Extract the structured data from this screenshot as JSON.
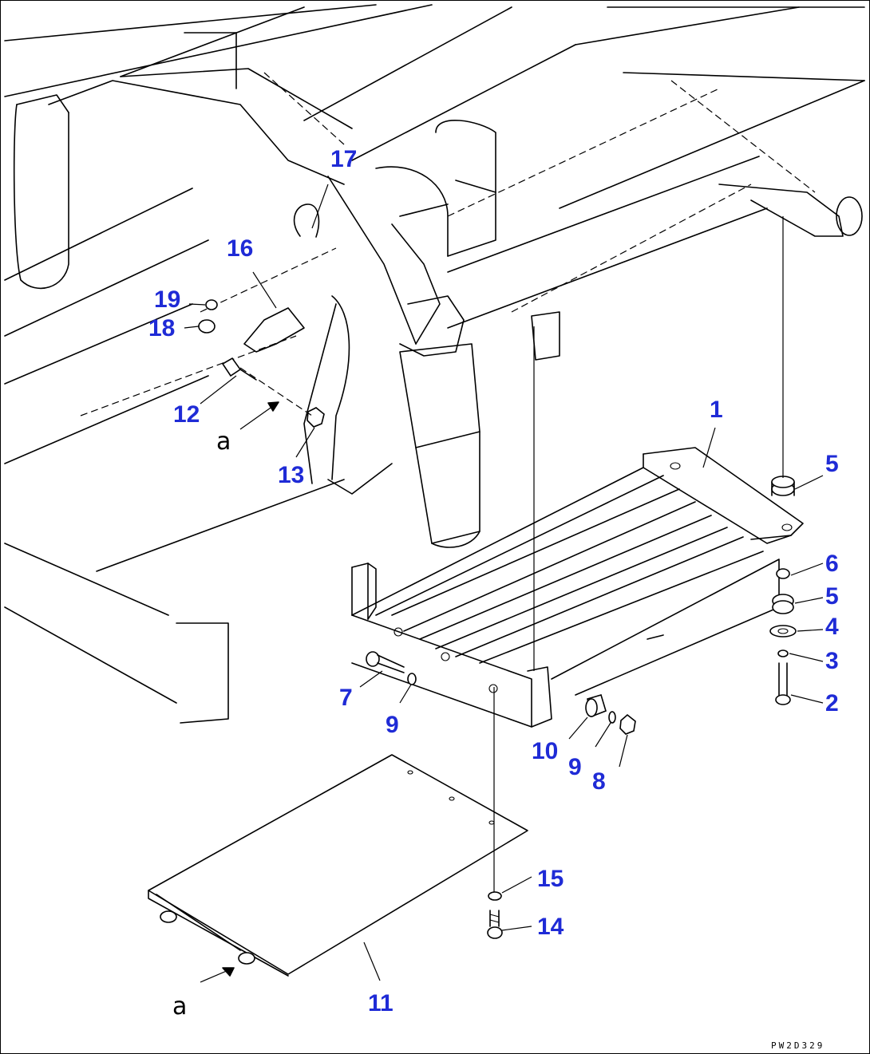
{
  "drawing": {
    "callouts": {
      "c1": "1",
      "c2": "2",
      "c3": "3",
      "c4": "4",
      "c5a": "5",
      "c5b": "5",
      "c6": "6",
      "c7": "7",
      "c8": "8",
      "c9a": "9",
      "c9b": "9",
      "c10": "10",
      "c11": "11",
      "c12": "12",
      "c13": "13",
      "c14": "14",
      "c15": "15",
      "c16": "16",
      "c17": "17",
      "c18": "18",
      "c19": "19"
    },
    "arrow_label": "a",
    "drawing_code": "PW2D329",
    "callout_color": "#1f2bd6"
  }
}
